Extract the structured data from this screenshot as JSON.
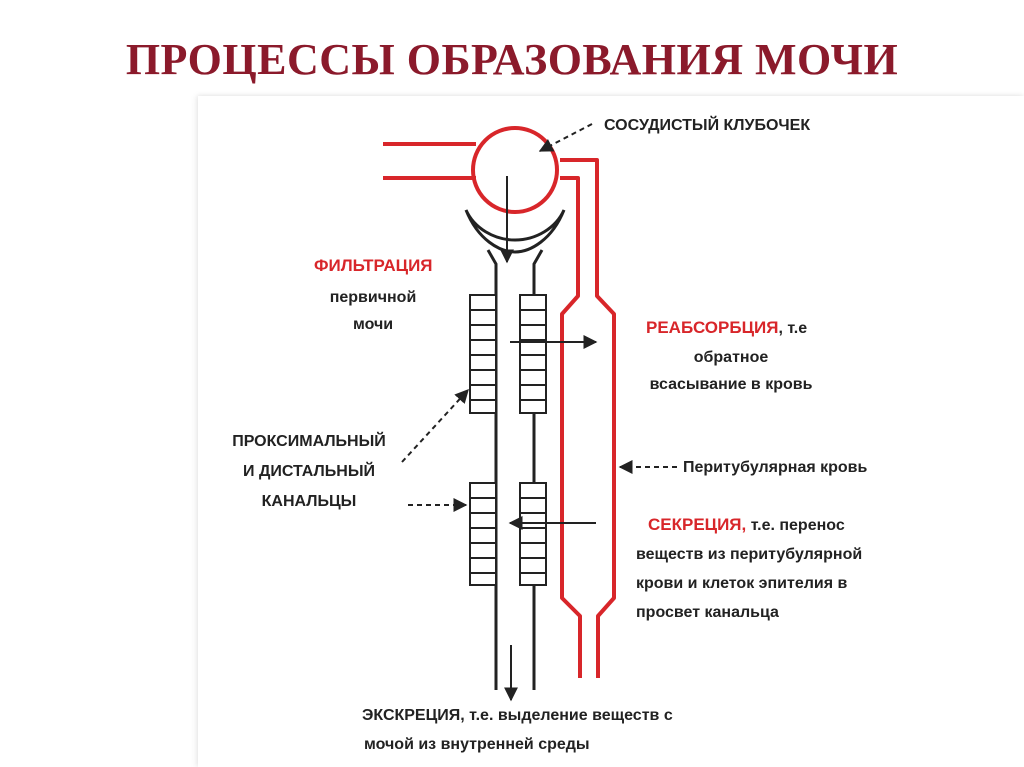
{
  "title": "ПРОЦЕССЫ ОБРАЗОВАНИЯ МОЧИ",
  "labels": {
    "glomerulus": "СОСУДИСТЫЙ КЛУБОЧЕК",
    "filtration": "ФИЛЬТРАЦИЯ",
    "filtration_l2": "первичной",
    "filtration_l3": "мочи",
    "reabsorption": "РЕАБСОРБЦИЯ",
    "reabsorption_suffix": ", т.е",
    "reabsorption_l2": "обратное",
    "reabsorption_l3": "всасывание в кровь",
    "tubules_l1": "ПРОКСИМАЛЬНЫЙ",
    "tubules_l2": "И ДИСТАЛЬНЫЙ",
    "tubules_l3": "КАНАЛЬЦЫ",
    "peritubular": "Перитубулярная кровь",
    "secretion": "СЕКРЕЦИЯ,",
    "secretion_suffix": " т.е. перенос",
    "secretion_l2": "веществ из перитубулярной",
    "secretion_l3": "крови и клеток эпителия в",
    "secretion_l4": "просвет канальца",
    "excretion_l1": "ЭКСКРЕЦИЯ, т.е. выделение веществ с",
    "excretion_l2": "мочой из внутренней среды"
  },
  "colors": {
    "title": "#8b1a2b",
    "vessel": "#d8262a",
    "tubule": "#222222",
    "text": "#222222"
  }
}
